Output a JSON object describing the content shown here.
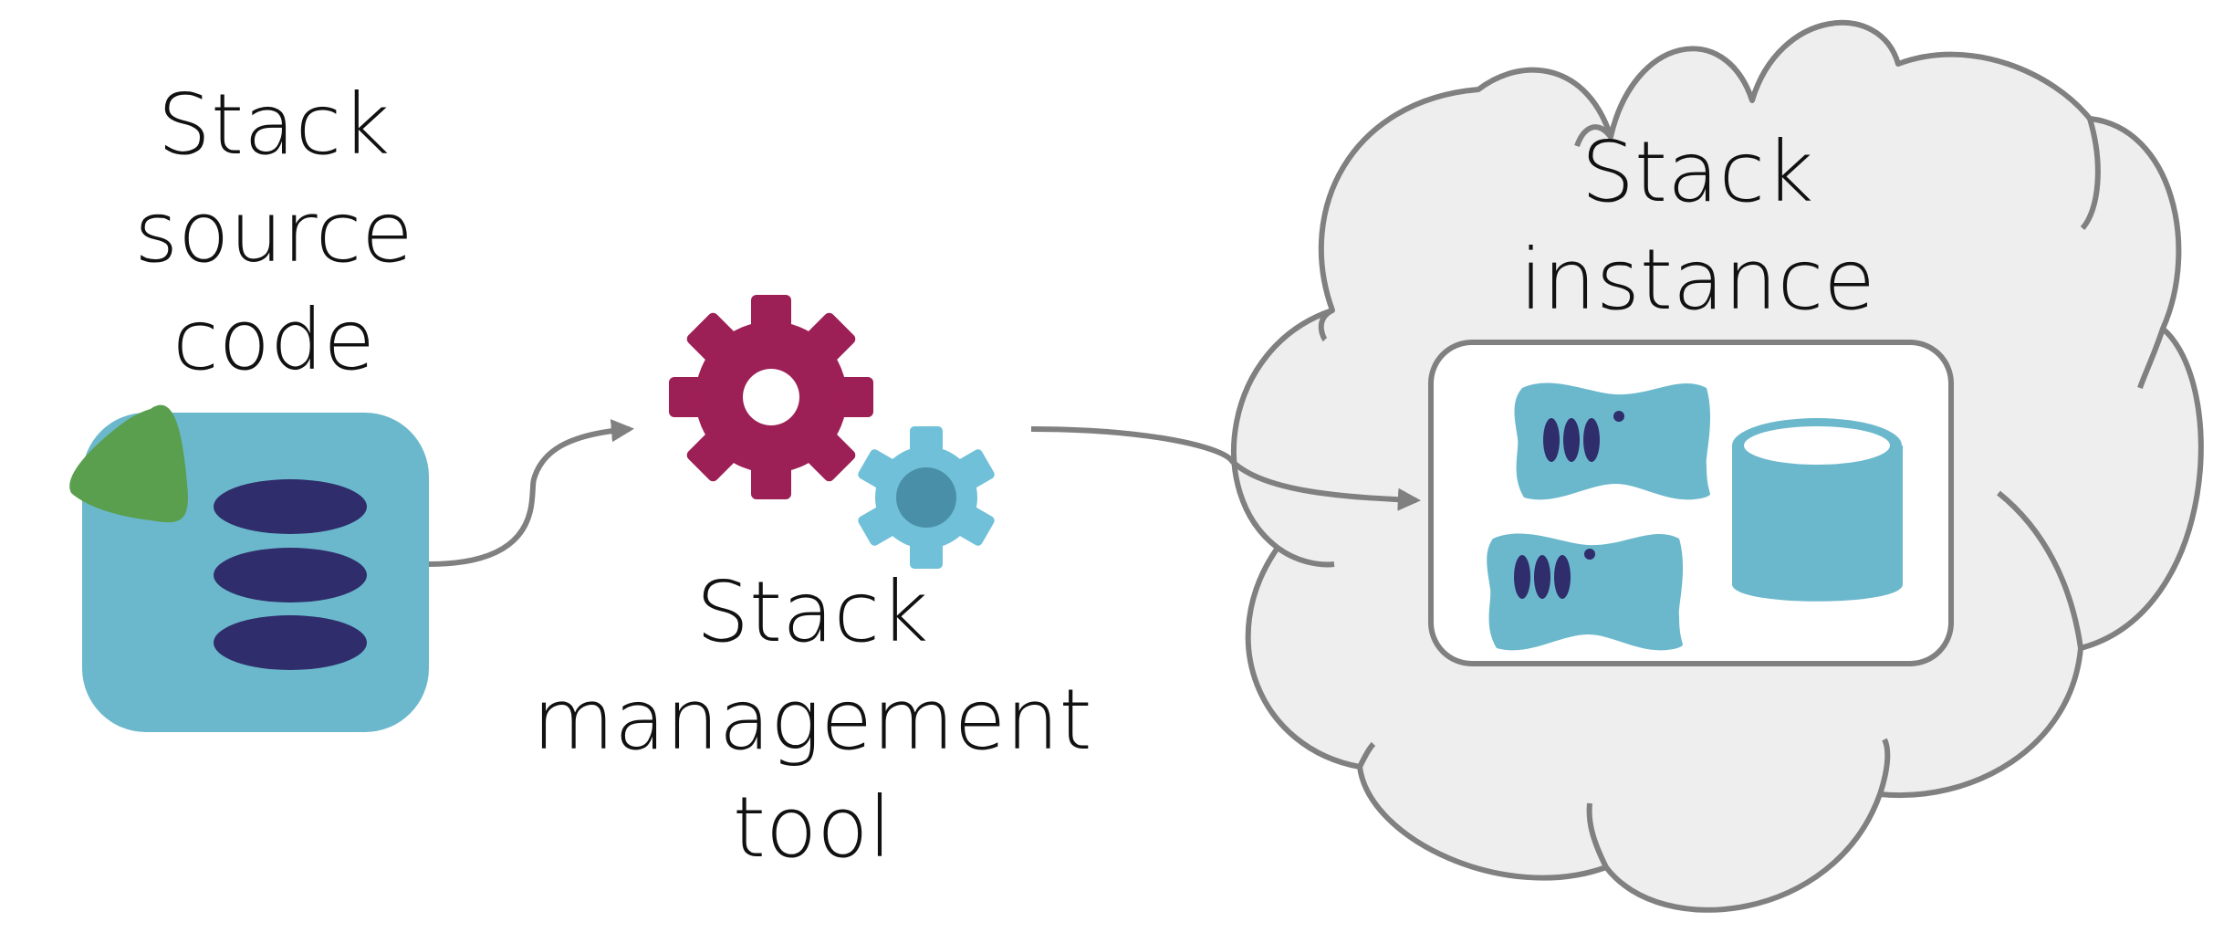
{
  "labels": {
    "source": [
      "Stack",
      "source",
      "code"
    ],
    "tool": [
      "Stack",
      "management",
      "tool"
    ],
    "instance": [
      "Stack",
      "instance"
    ]
  },
  "icons": {
    "source": "source-code-icon",
    "tool": "gears-icon",
    "instance_servers": "server-icon",
    "instance_database": "database-icon",
    "cloud": "cloud-icon"
  },
  "colors": {
    "teal": "#6bb8cc",
    "navy": "#2f2d6b",
    "green": "#5a9f4e",
    "magenta": "#9c1f55",
    "light_teal": "#6fc0d8",
    "cloud_fill": "#eeeeee",
    "outline": "#808080"
  }
}
